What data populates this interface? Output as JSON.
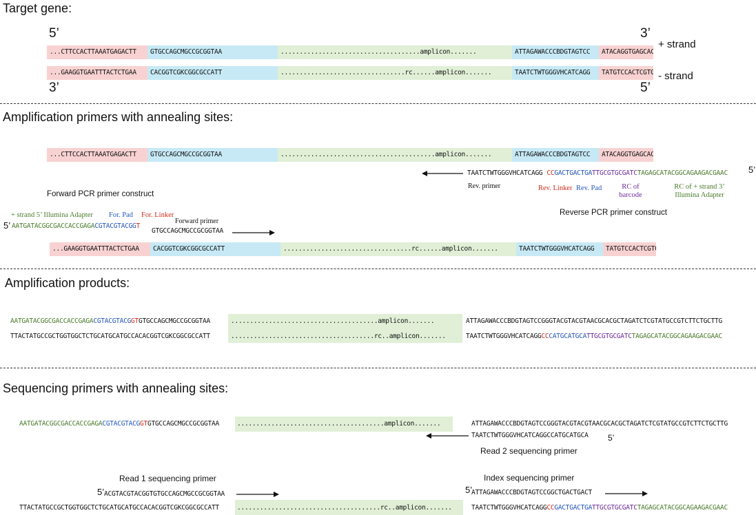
{
  "section1": {
    "title": "Target gene:",
    "five_prime": "5’",
    "three_prime": "3’",
    "plus_row": {
      "a": "...CTTCCACTTAAATGAGACTT",
      "b": "GTGCCAGCMGCCGCGGTAA",
      "c": ".....................................amplicon.......",
      "d": "ATTAGAWACCCBDGTAGTCC",
      "e": "ATACAGGTGAGCACCTTGTA..."
    },
    "minus_row": {
      "a": "...GAAGGTGAATTTACTCTGAA",
      "b": "CACGGTCGKCGGCGCCATT",
      "c": ".................................rc......amplicon.......",
      "d": "TAATCTWTGGGVHCATCAGG",
      "e": "TATGTCCACTCGTGGAACAT..."
    },
    "plus_label": "+ strand",
    "minus_label": "- strand"
  },
  "section2": {
    "title": "Amplification primers with annealing sites:",
    "top_row": {
      "a": "...CTTCCACTTAAATGAGACTT",
      "b": "GTGCCAGCMGCCGCGGTAA",
      "c": ".........................................amplicon.......",
      "d": "ATTAGAWACCCBDGTAGTCC",
      "e": "ATACAGGTGAGCACCTTGTA..."
    },
    "rev_primer_seq": "TAATCTWTGGGVHCATCAGG",
    "rev_parts": {
      "linker": "CC",
      "pad": "GACTGACTGA",
      "barcode": "TTGCGTGCGATC",
      "adapter": "TAGAGCATACGGCAGAAGACGAAC"
    },
    "rev_five": "5’",
    "labels": {
      "rev_primer": "Rev. primer",
      "rev_linker": "Rev. Linker",
      "rev_pad": "Rev. Pad",
      "rc_barcode_1": "RC of",
      "rc_barcode_2": "barcode",
      "rc_adapter_1": "RC of + strand 3’",
      "rc_adapter_2": "Illumina Adapter",
      "forward_construct": "Forward PCR primer construct",
      "reverse_construct": "Reverse PCR primer construct",
      "fwd_adapter": "+ strand 5’ Illumina Adapter",
      "for_pad": "For. Pad",
      "for_linker": "For. Linker",
      "forward_primer": "Forward primer"
    },
    "fwd_five": "5’",
    "fwd_parts": {
      "adapter": "AATGATACGGCGACCACCGAGA",
      "pad": "CGTACGTACGG",
      "linker": "T",
      "primer": "GTGCCAGCMGCCGCGGTAA"
    },
    "bottom_row": {
      "a": "...GAAGGTGAATTTACTCTGAA",
      "b": "CACGGTCGKCGGCGCCATT",
      "c": "..................................rc......amplicon.......",
      "d": "TAATCTWTGGGVHCATCAGG",
      "e": "TATGTCCACTCGTGGAACAT..."
    }
  },
  "section3": {
    "title": "Amplification products:",
    "top": {
      "adapter": "AATGATACGGCGACCACCGAGA",
      "pad": "CGTACGTACG",
      "linker": "GT",
      "primer": "GTGCCAGCMGCCGCGGTAA",
      "amplicon": ".......................................amplicon.......",
      "tail": "ATTAGAWACCCBDGTAGTCCGGGTACGTACGTAACGCACGCTAGATCTCGTATGCCGTCTTCTGCTTG"
    },
    "bottom": {
      "head": "TTACTATGCCGCTGGTGGCTCTGCATGCATGCCACACGGTCGKCGGCGCCATT",
      "amplicon": "......................................rc..amplicon.......",
      "primer": "TAATCTWTGGGVHCATCAGG",
      "linker": "CC",
      "pad": "CATGCATGCA",
      "barcode": "TTGCGTGCGATC",
      "adapter": "TAGAGCATACGGCAGAAGACGAAC"
    }
  },
  "section4": {
    "title": "Sequencing primers with annealing sites:",
    "top": {
      "adapter": "AATGATACGGCGACCACCGAGA",
      "pad": "CGTACGTACG",
      "linker": "GT",
      "primer": "GTGCCAGCMGCCGCGGTAA",
      "amplicon": ".......................................amplicon.......",
      "tail": "ATTAGAWACCCBDGTAGTCCGGGTACGTACGTAACGCACGCTAGATCTCGTATGCCGTCTTCTGCTTG"
    },
    "read2_seq": "TAATCTWTGGGVHCATCAGGCCATGCATGCA",
    "read2_five": "5’",
    "read2_label": "Read 2 sequencing primer",
    "read1_label": "Read 1 sequencing primer",
    "read1_five": "5’",
    "read1_seq": "ACGTACGTACGGTGTGCCAGCMGCCGCGGTAA",
    "index_label": "Index sequencing primer",
    "index_five": "5’",
    "index_seq": "ATTAGAWACCCBDGTAGTCCGGCTGACTGACT",
    "bottom": {
      "head": "TTACTATGCCGCTGGTGGCTCTGCATGCATGCCACACGGTCGKCGGCGCCATT",
      "amplicon": "......................................rc..amplicon.......",
      "primer": "TAATCTWTGGGVHCATCAGG",
      "linker": "CC",
      "pad": "GACTGACTGA",
      "barcode": "TTGCGTGCGATC",
      "adapter": "TAGAGCATACGGCAGAAGACGAAC"
    }
  },
  "colors": {
    "pink": "#f8d2d2",
    "blue": "#c6e9f5",
    "green": "#e0efd6",
    "adapter_green": "#4a7a2a",
    "pad_blue": "#2255bb",
    "linker_red": "#cc2a1a",
    "barcode_purple": "#6a2a9a"
  }
}
